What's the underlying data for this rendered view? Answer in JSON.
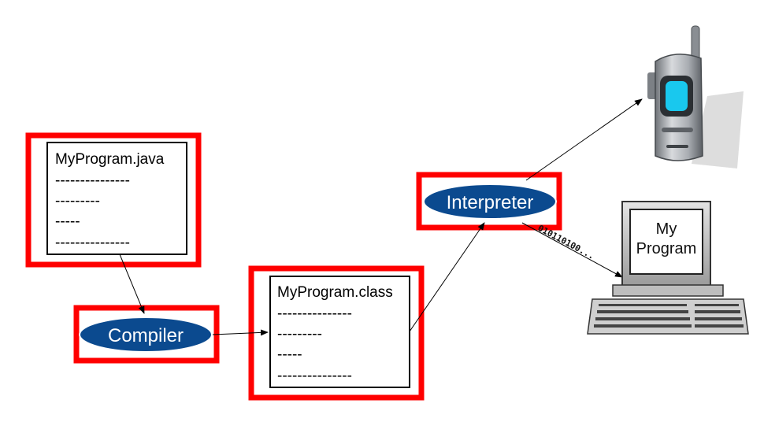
{
  "source_file": {
    "name": "MyProgram.java",
    "lines": [
      "---------------",
      "---------",
      "-----",
      "---------------"
    ]
  },
  "compiler": {
    "label": "Compiler"
  },
  "class_file": {
    "name": "MyProgram.class",
    "lines": [
      "---------------",
      "---------",
      "-----",
      "---------------"
    ]
  },
  "interpreter": {
    "label": "Interpreter"
  },
  "binary_stream": "010110100...",
  "computer": {
    "screen_line1": "My",
    "screen_line2": "Program"
  },
  "colors": {
    "highlight_border": "#ff0000",
    "pill_fill": "#0b4a8f",
    "pill_text": "#ffffff",
    "phone_screen": "#19c8ee"
  },
  "icons": [
    "mobile-phone-icon",
    "desktop-computer-icon"
  ]
}
